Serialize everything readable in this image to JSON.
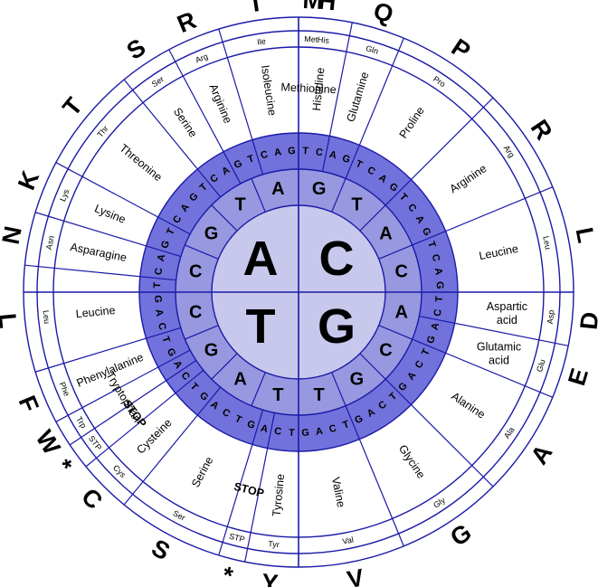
{
  "colors": {
    "line": "#1a1aa8",
    "center_fill": "#c8c8ec",
    "ring2_fill": "#9898e0",
    "ring3_fill": "#7272dc"
  },
  "first_bases": [
    "A",
    "C",
    "G",
    "T"
  ],
  "second_bases": [
    "G",
    "T",
    "A",
    "C",
    "A",
    "C",
    "G",
    "T",
    "T",
    "A",
    "G",
    "C",
    "C",
    "G",
    "T",
    "A"
  ],
  "third_bases": [
    "T",
    "C",
    "A",
    "G",
    "T",
    "C",
    "A",
    "G",
    "T",
    "C",
    "A",
    "G",
    "T",
    "C",
    "A",
    "G",
    "T",
    "C",
    "A",
    "G",
    "T",
    "C",
    "A",
    "G",
    "T",
    "C",
    "A",
    "G",
    "T",
    "C",
    "A",
    "G",
    "T",
    "C",
    "A",
    "G",
    "T",
    "C",
    "A",
    "G",
    "T",
    "C",
    "A",
    "G",
    "T",
    "C",
    "A",
    "G",
    "T",
    "C",
    "A",
    "G",
    "T",
    "C",
    "A",
    "G",
    "T",
    "C",
    "A",
    "G",
    "T",
    "C",
    "A",
    "G"
  ],
  "amino_acids": [
    {
      "name": "Histidine",
      "abbr": "His",
      "letter": "H"
    },
    {
      "name": "Glutamine",
      "abbr": "Gln",
      "letter": "Q"
    },
    {
      "name": "Proline",
      "abbr": "Pro",
      "letter": "P"
    },
    {
      "name": "Arginine",
      "abbr": "Arg",
      "letter": "R"
    },
    {
      "name": "Leucine",
      "abbr": "Leu",
      "letter": "L"
    },
    {
      "name": "Aspartic acid",
      "abbr": "Asp",
      "letter": "D"
    },
    {
      "name": "Glutamic acid",
      "abbr": "Glu",
      "letter": "E"
    },
    {
      "name": "Alanine",
      "abbr": "Ala",
      "letter": "A"
    },
    {
      "name": "Glycine",
      "abbr": "Gly",
      "letter": "G"
    },
    {
      "name": "Valine",
      "abbr": "Val",
      "letter": "V"
    },
    {
      "name": "Tyrosine",
      "abbr": "Tyr",
      "letter": "Y"
    },
    {
      "name": "STOP",
      "abbr": "STP",
      "letter": "*"
    },
    {
      "name": "Serine",
      "abbr": "Ser",
      "letter": "S"
    },
    {
      "name": "Cysteine",
      "abbr": "Cys",
      "letter": "C"
    },
    {
      "name": "STOP",
      "abbr": "STP",
      "letter": "*"
    },
    {
      "name": "Tryptophan",
      "abbr": "Trp",
      "letter": "W"
    },
    {
      "name": "Phenylalanine",
      "abbr": "Phe",
      "letter": "F"
    },
    {
      "name": "Leucine",
      "abbr": "Leu",
      "letter": "L"
    },
    {
      "name": "Asparagine",
      "abbr": "Asn",
      "letter": "N"
    },
    {
      "name": "Lysine",
      "abbr": "Lys",
      "letter": "K"
    },
    {
      "name": "Threonine",
      "abbr": "Thr",
      "letter": "T"
    },
    {
      "name": "Serine",
      "abbr": "Ser",
      "letter": "S"
    },
    {
      "name": "Arginine",
      "abbr": "Arg",
      "letter": "R"
    },
    {
      "name": "Isoleucine",
      "abbr": "Ile",
      "letter": "I"
    },
    {
      "name": "Methionine",
      "abbr": "Met",
      "letter": "M"
    }
  ]
}
